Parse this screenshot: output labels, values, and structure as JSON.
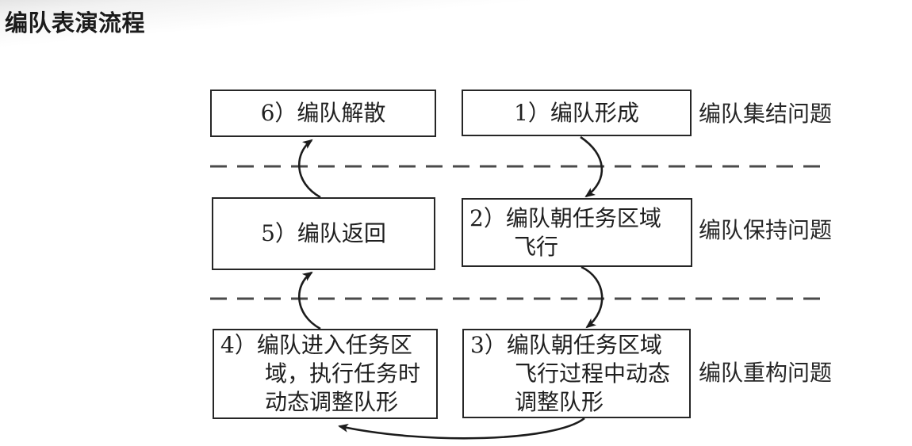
{
  "page": {
    "title": "编队表演流程"
  },
  "diagram": {
    "boxes": [
      {
        "id": "1",
        "lines": [
          "1）编队形成"
        ]
      },
      {
        "id": "2",
        "lines": [
          "2）编队朝任务区域",
          "飞行"
        ]
      },
      {
        "id": "3",
        "lines": [
          "3）编队朝任务区域",
          "飞行过程中动态",
          "调整队形"
        ]
      },
      {
        "id": "4",
        "lines": [
          "4）编队进入任务区",
          "域，执行任务时",
          "动态调整队形"
        ]
      },
      {
        "id": "5",
        "lines": [
          "5）编队返回"
        ]
      },
      {
        "id": "6",
        "lines": [
          "6）编队解散"
        ]
      }
    ],
    "stage_labels": [
      {
        "text": "编队集结问题"
      },
      {
        "text": "编队保持问题"
      },
      {
        "text": "编队重构问题"
      }
    ],
    "arrows": [
      {
        "from": "1",
        "to": "2"
      },
      {
        "from": "2",
        "to": "3"
      },
      {
        "from": "3",
        "to": "4"
      },
      {
        "from": "4",
        "to": "5"
      },
      {
        "from": "5",
        "to": "6"
      }
    ],
    "colors": {
      "box_border": "#262626",
      "text": "#1f1f1f",
      "dash_line": "#4a4a4a",
      "arrow": "#1c1c1c"
    }
  }
}
